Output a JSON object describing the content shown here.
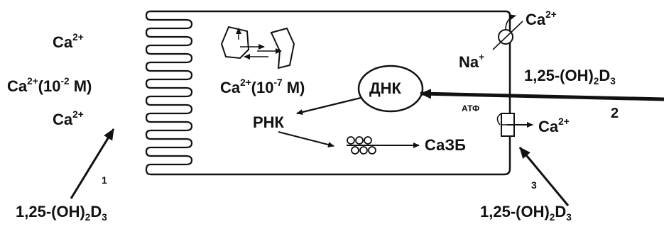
{
  "labels": {
    "ca_top": {
      "base": "Ca",
      "sup": "2+"
    },
    "ca_conc_outside": {
      "base": "Ca",
      "sup": "2+",
      "rest": "(10",
      "exp": "-2",
      "unit": " M)"
    },
    "ca_bottom": {
      "base": "Ca",
      "sup": "2+"
    },
    "ca_conc_inside": {
      "base": "Ca",
      "sup": "2+",
      "rest": "(10",
      "exp": "-7",
      "unit": " M)"
    },
    "ca_channel": {
      "base": "Ca",
      "sup": "2+"
    },
    "na": {
      "base": "Na",
      "sup": "+"
    },
    "ca_pump": {
      "base": "Ca",
      "sup": "2+"
    },
    "dna": "ДНК",
    "rna": "РНК",
    "cabp": "СаЗБ",
    "atp": "АТФ",
    "vitd_left": {
      "a": "1,25-(OH)",
      "s1": "2",
      "b": "D",
      "s2": "3"
    },
    "vitd_right_top": {
      "a": "1,25-(OH)",
      "s1": "2",
      "b": "D",
      "s2": "3"
    },
    "vitd_right_bottom": {
      "a": "1,25-(OH)",
      "s1": "2",
      "b": "D",
      "s2": "3"
    },
    "path_1": "1",
    "path_2": "2",
    "path_3": "3"
  }
}
